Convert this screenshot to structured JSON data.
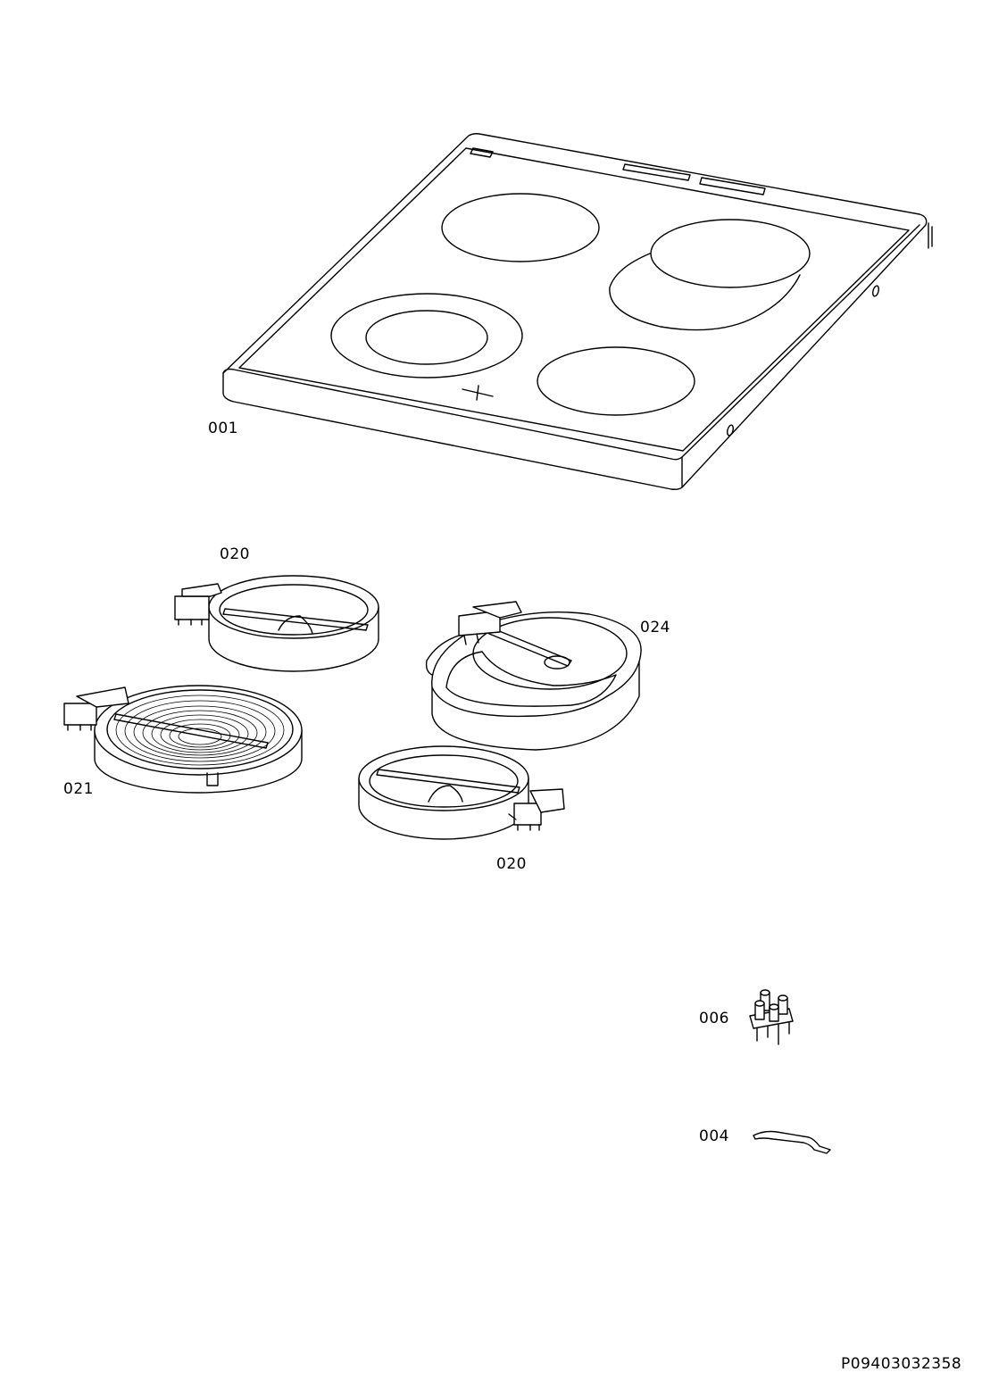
{
  "diagram": {
    "labels": {
      "hob": "001",
      "zone_top_left": "020",
      "zone_dual": "021",
      "zone_oval": "024",
      "zone_bottom": "020",
      "terminal_block": "006",
      "clip": "004"
    },
    "drawing_code": "P09403032358"
  }
}
